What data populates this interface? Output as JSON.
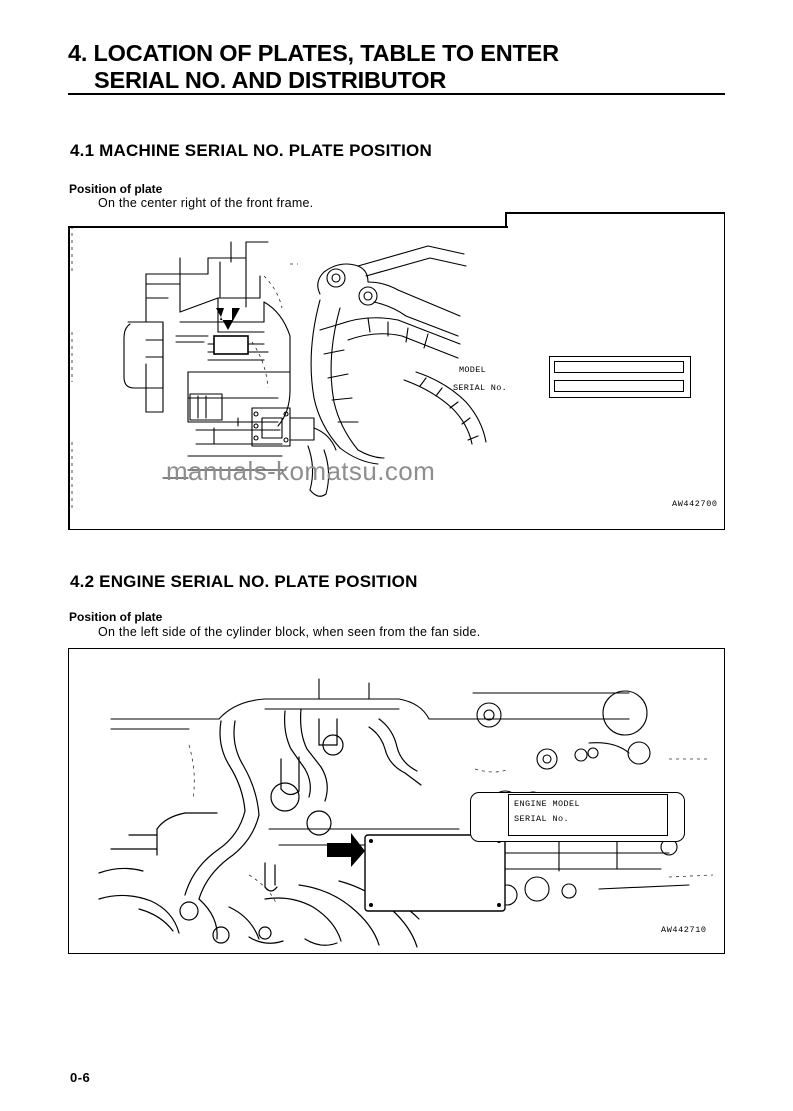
{
  "document": {
    "chapter_title_line1": "4. LOCATION OF PLATES, TABLE TO ENTER",
    "chapter_title_line2": "SERIAL NO. AND DISTRIBUTOR",
    "page_number": "0-6",
    "watermark": "manuals-komatsu.com"
  },
  "sections": [
    {
      "heading": "4.1  MACHINE SERIAL NO. PLATE POSITION",
      "subheading": "Position of plate",
      "body": "On the center right of the front frame.",
      "figure_ref": "AW442700",
      "plate": {
        "label_model": "MODEL",
        "label_serial": "SERIAL No."
      }
    },
    {
      "heading": "4.2  ENGINE SERIAL NO. PLATE POSITION",
      "subheading": "Position of plate",
      "body": "On the left side of the cylinder block, when seen from the fan side.",
      "figure_ref": "AW442710",
      "plate": {
        "label_model": "ENGINE MODEL",
        "label_serial": "SERIAL No."
      }
    }
  ]
}
